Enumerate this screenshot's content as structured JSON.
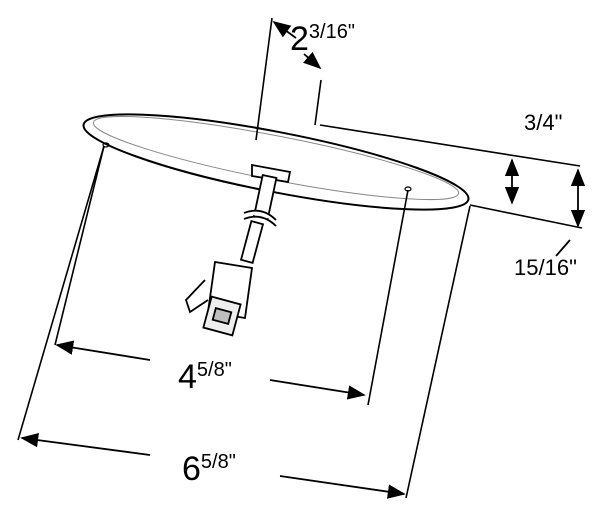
{
  "dimensions": {
    "top_offset": {
      "whole": "2",
      "frac": "3/16",
      "unit": "\""
    },
    "lens_depth": {
      "whole": "",
      "frac": "3/4",
      "unit": "\""
    },
    "overall_depth": {
      "whole": "",
      "frac": "15/16",
      "unit": "\""
    },
    "mount_spacing": {
      "whole": "4",
      "frac": "5/8",
      "unit": "\""
    },
    "overall_width": {
      "whole": "6",
      "frac": "5/8",
      "unit": "\""
    }
  },
  "colors": {
    "line": "#000000",
    "background": "#ffffff",
    "shade": "#bfbfbf"
  }
}
